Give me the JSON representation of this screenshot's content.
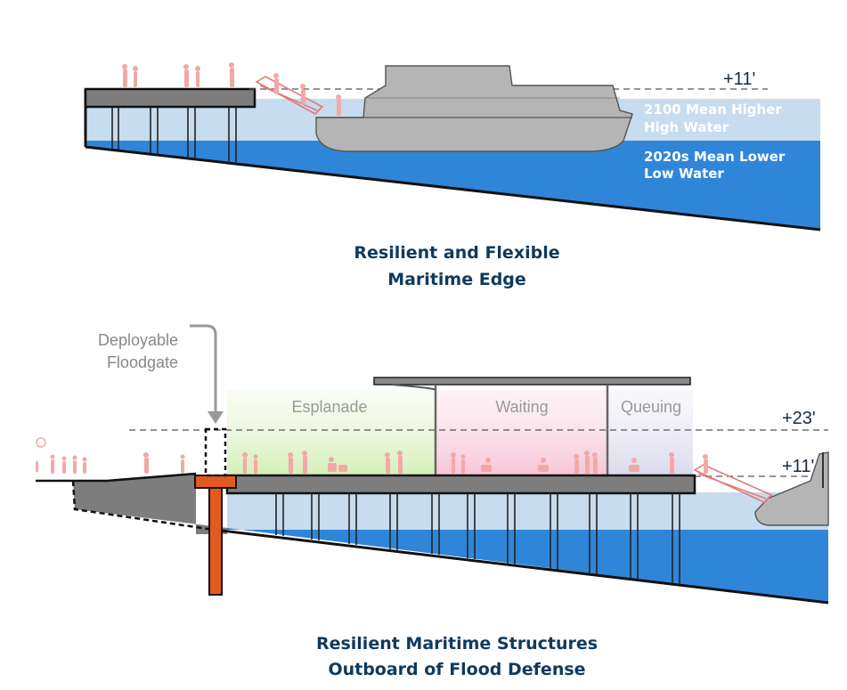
{
  "top": {
    "title_line1": "Resilient and Flexible",
    "title_line2": "Maritime Edge",
    "elevation": "+11'",
    "water_high_line1": "2100 Mean Higher",
    "water_high_line2": "High Water",
    "water_low_line1": "2020s Mean Lower",
    "water_low_line2": "Low Water"
  },
  "bottom": {
    "title_line1": "Resilient Maritime Structures",
    "title_line2": "Outboard of Flood Defense",
    "floodgate_line1": "Deployable",
    "floodgate_line2": "Floodgate",
    "zone_esplanade": "Esplanade",
    "zone_waiting": "Waiting",
    "zone_queuing": "Queuing",
    "elevation_high": "+23'",
    "elevation_low": "+11'"
  },
  "colors": {
    "water_deep": "#2f86d9",
    "water_high": "#c7dcee",
    "deck": "#8a8a8a",
    "boat": "#b5b5b5",
    "floodgate": "#e35a1f",
    "people": "#f2a8a8",
    "title": "#0e3a5e",
    "esplanade_zone": "#dff3c8",
    "waiting_zone": "#f8d3e2",
    "queuing_zone": "#e3e2f0"
  }
}
